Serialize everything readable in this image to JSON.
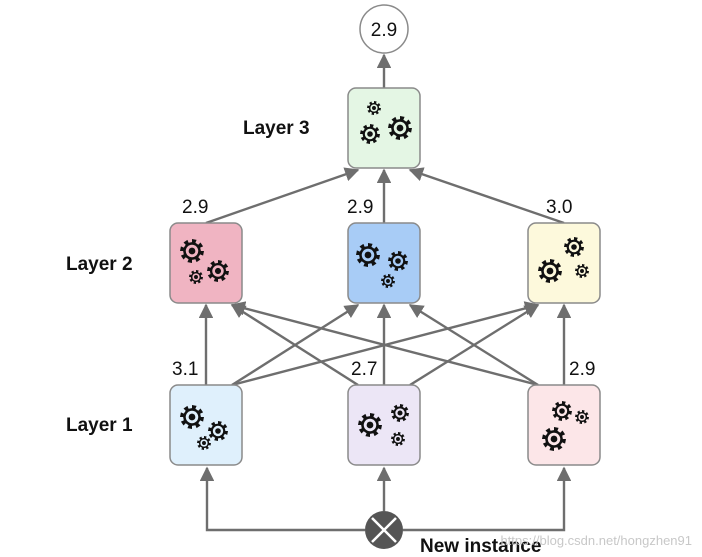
{
  "output": {
    "value": "2.9"
  },
  "input": {
    "label": "New instance"
  },
  "layers": [
    {
      "label": "Layer 1"
    },
    {
      "label": "Layer 2"
    },
    {
      "label": "Layer 3"
    }
  ],
  "nodes": {
    "l1a": {
      "value": "3.1",
      "color": "#dff0fc"
    },
    "l1b": {
      "value": "2.7",
      "color": "#ece6f6"
    },
    "l1c": {
      "value": "2.9",
      "color": "#fce6e8"
    },
    "l2a": {
      "value": "2.9",
      "color": "#f0b4c2"
    },
    "l2b": {
      "value": "2.9",
      "color": "#a8ccf6"
    },
    "l2c": {
      "value": "3.0",
      "color": "#fdf9dc"
    },
    "l3": {
      "color": "#e4f6e4"
    }
  },
  "watermark": "https://blog.csdn.net/hongzhen91",
  "icons": {
    "node": "gears-icon",
    "input": "cross-circle-icon"
  }
}
